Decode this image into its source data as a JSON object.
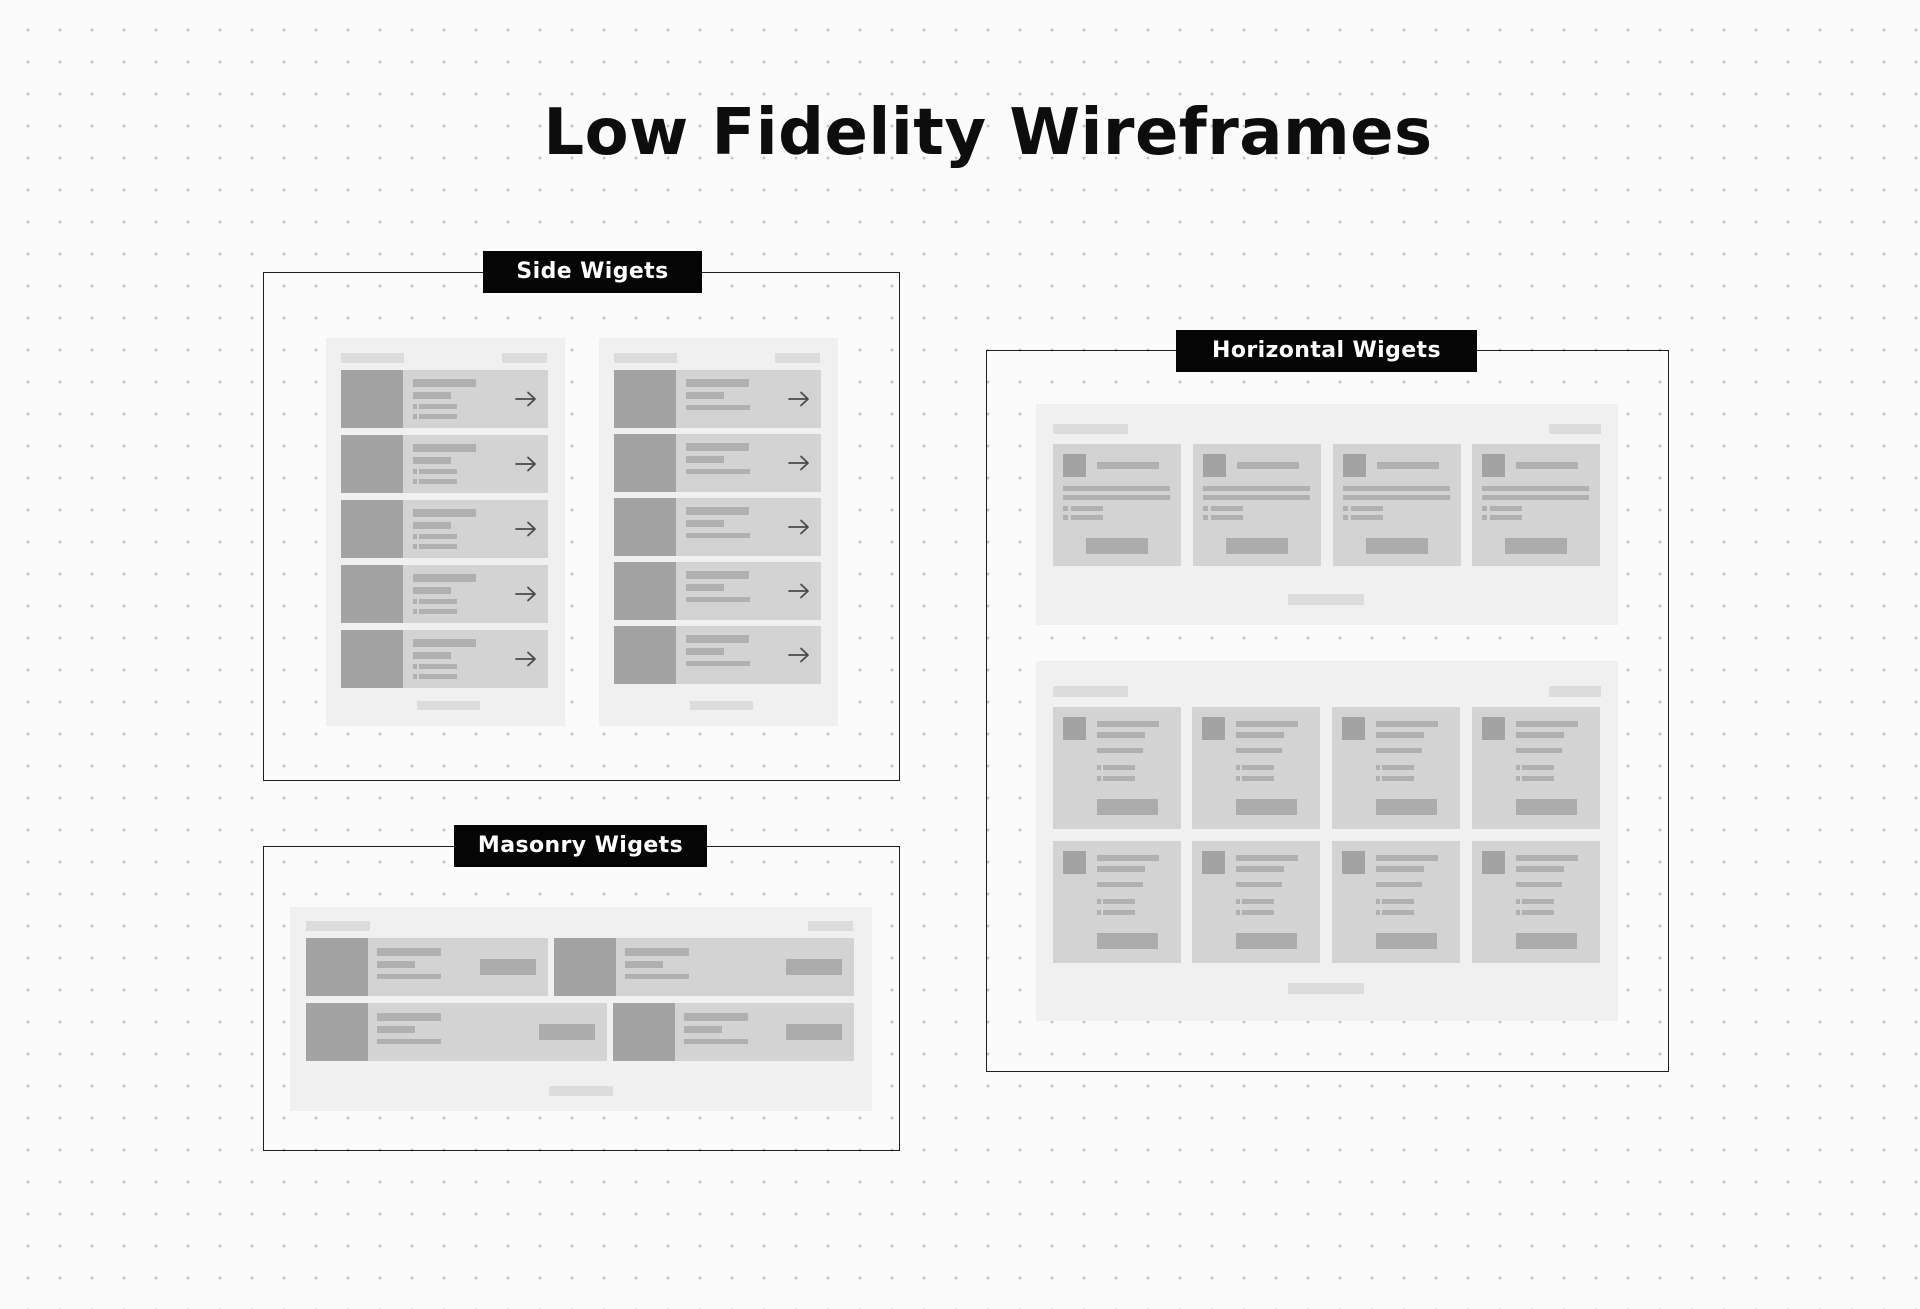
{
  "page": {
    "title": "Low Fidelity Wireframes"
  },
  "frames": {
    "side": {
      "label": "Side Wigets"
    },
    "horizontal": {
      "label": "Horizontal Wigets"
    },
    "masonry": {
      "label": "Masonry Wigets"
    }
  },
  "icons": {
    "row_arrow": "arrow-right-icon"
  },
  "colors": {
    "background": "#fbfbfb",
    "dots": "#c4c4c4",
    "frame_border": "#1e1e1e",
    "label_background": "#050505",
    "label_text": "#ffffff",
    "panel": "#f0f0f0",
    "row": "#d3d3d3",
    "thumbnail": "#a3a3a3",
    "placeholder_bar": "#b0b0b0",
    "header_bar": "#dcdcdc"
  }
}
